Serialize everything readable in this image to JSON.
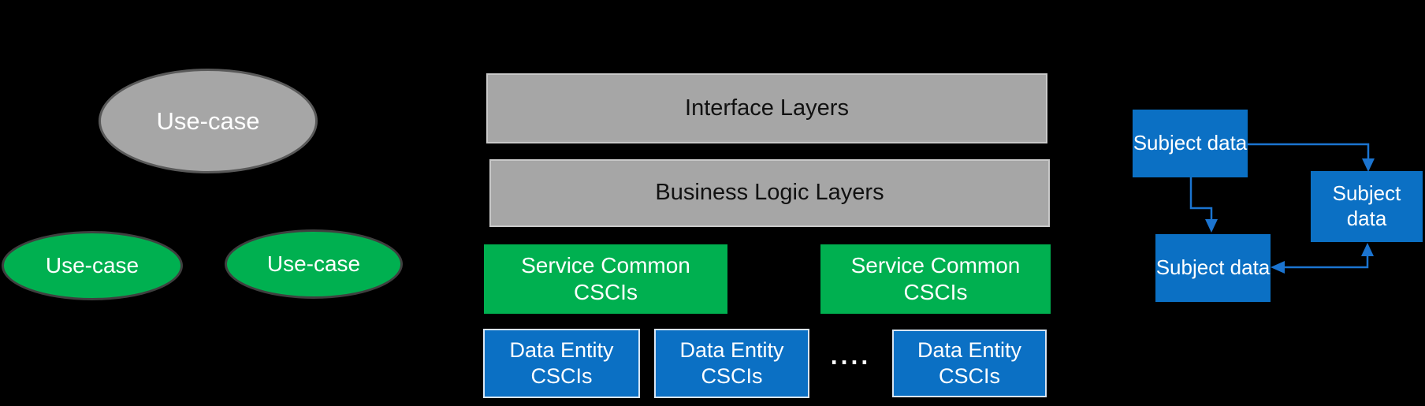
{
  "colors": {
    "background": "#000000",
    "gray_fill": "#a6a6a6",
    "gray_bar_border": "#c9c9c9",
    "gray_ellipse_border": "#595959",
    "green_fill": "#00b050",
    "green_ellipse_border": "#3f3f3f",
    "blue_fill": "#0b70c4",
    "blue_box_border": "#d9e5f2",
    "arrow_blue": "#1b74d0",
    "text_dark": "#111111",
    "text_light": "#ffffff"
  },
  "use_case_diagram": {
    "parent": {
      "label": "Use-case"
    },
    "children": [
      {
        "label": "Use-case"
      },
      {
        "label": "Use-case"
      }
    ]
  },
  "layer_stack": {
    "layers": [
      {
        "label": "Interface Layers"
      },
      {
        "label": "Business Logic Layers"
      }
    ],
    "service_common": [
      {
        "label": "Service Common CSCIs"
      },
      {
        "label": "Service Common CSCIs"
      }
    ],
    "data_entity": [
      {
        "label": "Data Entity CSCIs"
      },
      {
        "label": "Data Entity CSCIs"
      },
      {
        "label": "Data Entity CSCIs"
      }
    ],
    "ellipsis": "...."
  },
  "subject_data_flow": {
    "nodes": [
      {
        "label": "Subject data"
      },
      {
        "label": "Subject data"
      },
      {
        "label": "Subject data"
      }
    ]
  }
}
